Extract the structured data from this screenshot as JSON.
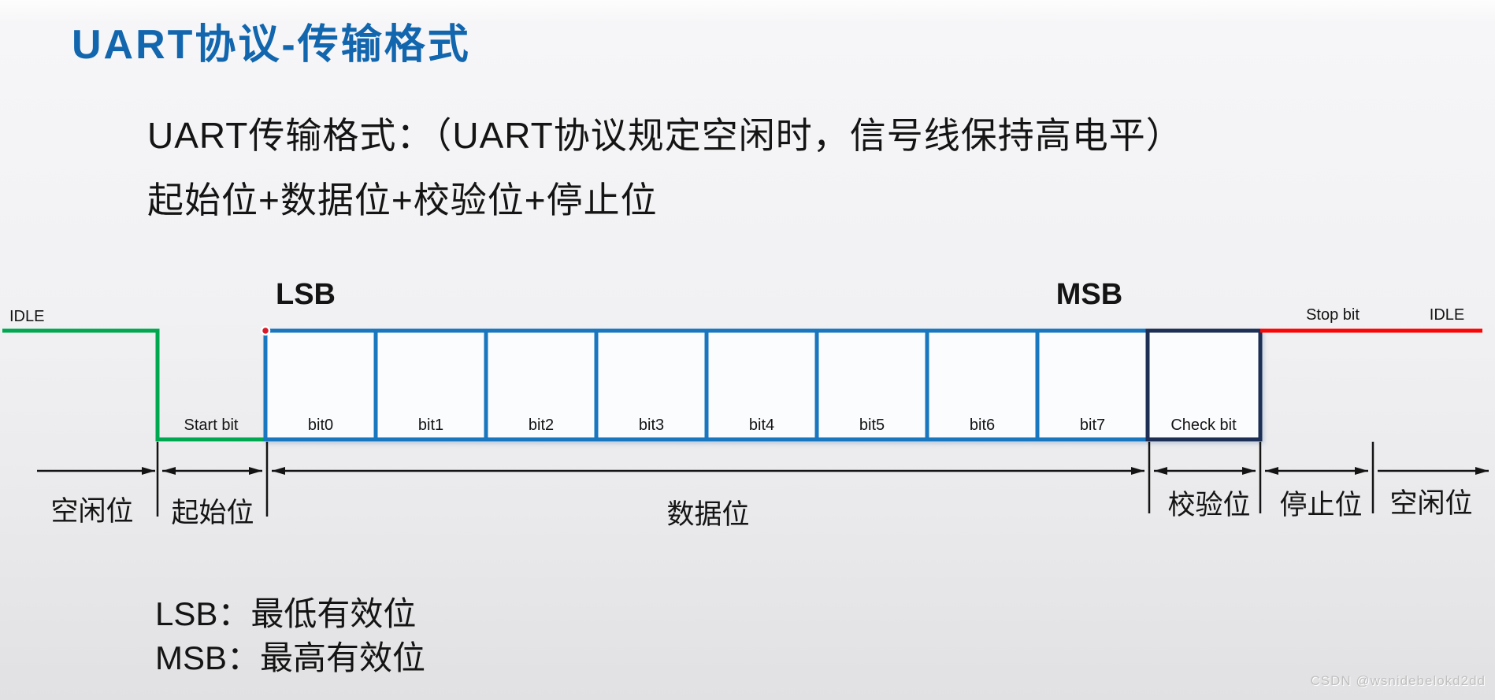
{
  "page": {
    "title": "UART协议-传输格式",
    "line1": "UART传输格式：（UART协议规定空闲时，信号线保持高电平）",
    "line2": "起始位+数据位+校验位+停止位",
    "note_lsb": "LSB：最低有效位",
    "note_msb": "MSB：最高有效位",
    "watermark": "CSDN @wsnidebelokd2dd"
  },
  "diagram": {
    "idle_left": "IDLE",
    "lsb": "LSB",
    "msb": "MSB",
    "start_bit": "Start bit",
    "bits": [
      "bit0",
      "bit1",
      "bit2",
      "bit3",
      "bit4",
      "bit5",
      "bit6",
      "bit7"
    ],
    "check_bit": "Check bit",
    "stop_bit": "Stop bit",
    "idle_right": "IDLE",
    "spans": {
      "idle_left": "空闲位",
      "start": "起始位",
      "data": "数据位",
      "check": "校验位",
      "stop": "停止位",
      "idle_right": "空闲位"
    },
    "colors": {
      "idle_high_green": "#00a94f",
      "data_box_blue": "#1877be",
      "check_box_navy": "#1e2f55",
      "stop_idle_red": "#fb0606",
      "title_blue": "#1266ae"
    }
  }
}
